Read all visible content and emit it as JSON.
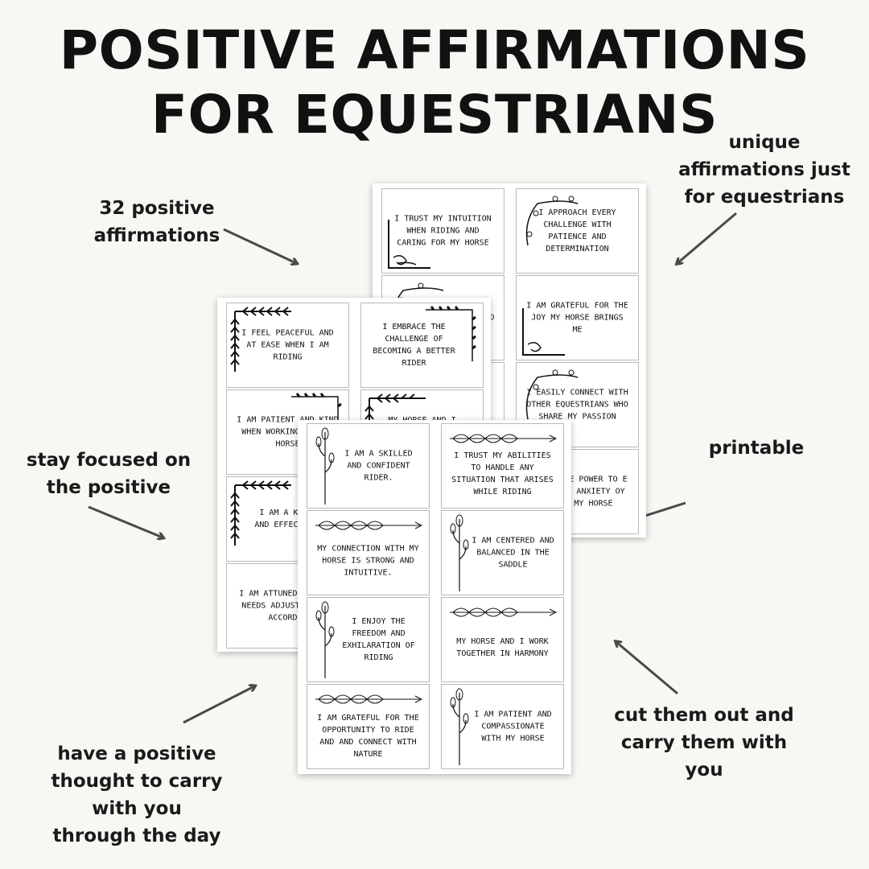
{
  "title": {
    "line1": "POSITIVE AFFIRMATIONS",
    "line2": "FOR EQUESTRIANS"
  },
  "notes": {
    "count": [
      "32 positive",
      "affirmations"
    ],
    "unique": [
      "unique",
      "affirmations just",
      "for equestrians"
    ],
    "focused": [
      "stay focused on",
      "the positive"
    ],
    "printable": [
      "printable"
    ],
    "carry": [
      "have a positive",
      "thought to carry",
      "with you",
      "through the day"
    ],
    "cutout": [
      "cut them out and",
      "carry them with",
      "you"
    ]
  },
  "sheet_back": {
    "cards": [
      "I trust my intuition when riding and caring for my horse",
      "I approach every challenge with patience and determination",
      "rd",
      "I am grateful for the joy my horse brings me",
      "",
      "I easily connect with other equestrians who share my passion",
      "",
      "the power to e my anxiety oy my horse"
    ]
  },
  "sheet_middle": {
    "cards": [
      "I feel peaceful and at ease when I am riding",
      "I embrace the challenge of becoming a better rider",
      "I am patient and kind when working wit my horse",
      "My horse and I",
      "I am a knowledg and effec trainer",
      "",
      "I am attuned horse's needs adjust my app accordin",
      ""
    ]
  },
  "sheet_front": {
    "cards": [
      "I am a skilled and confident rider.",
      "I trust my abilities to handle any situation that arises while riding",
      "My connection with my horse is strong and intuitive.",
      "I am centered and balanced in the saddle",
      "I enjoy the freedom and exhilaration of riding",
      "My horse and I work together in harmony",
      "I am grateful for the opportunity to ride and and connect with nature",
      "I am patient and compassionate with my horse"
    ]
  },
  "colors": {
    "background": "#f8f7f3",
    "arrow": "#4a4a4a",
    "text": "#111111"
  }
}
